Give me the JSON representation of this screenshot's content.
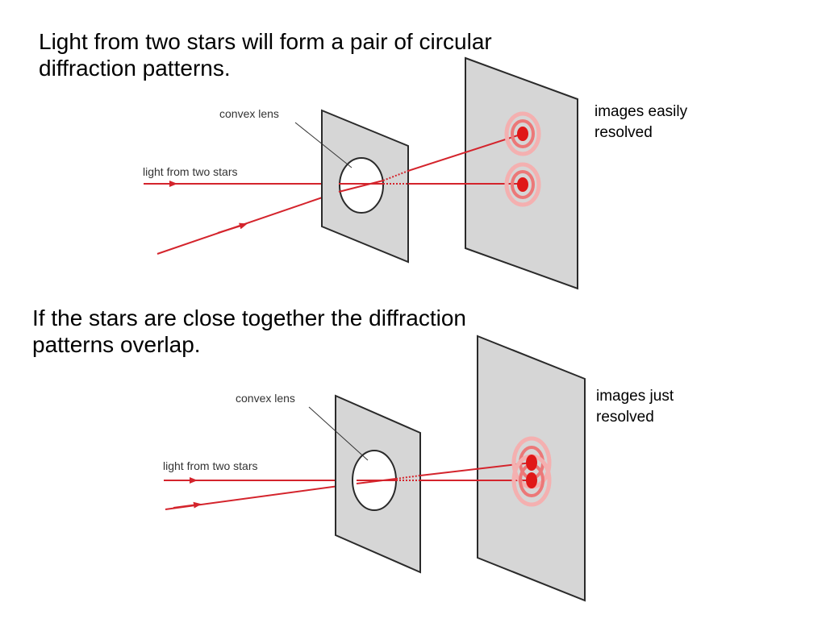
{
  "section1": {
    "heading_lines": [
      "Light from two stars will form a pair of circular",
      "diffraction patterns."
    ],
    "note_lines": [
      "images easily",
      "resolved"
    ],
    "lens_label": "convex lens",
    "light_label": "light from two stars"
  },
  "section2": {
    "heading_lines": [
      "If the stars are close together the diffraction",
      "patterns overlap."
    ],
    "note_lines": [
      "images just",
      "resolved"
    ],
    "lens_label": "convex lens",
    "light_label": "light from two stars"
  },
  "colors": {
    "ray": "#d4242c",
    "pattern_ring_outer": "#f4b0b0",
    "pattern_ring_mid": "#ec7878",
    "pattern_core": "#e01818",
    "panel_fill": "#d6d6d6",
    "panel_stroke": "#2a2a2a"
  }
}
